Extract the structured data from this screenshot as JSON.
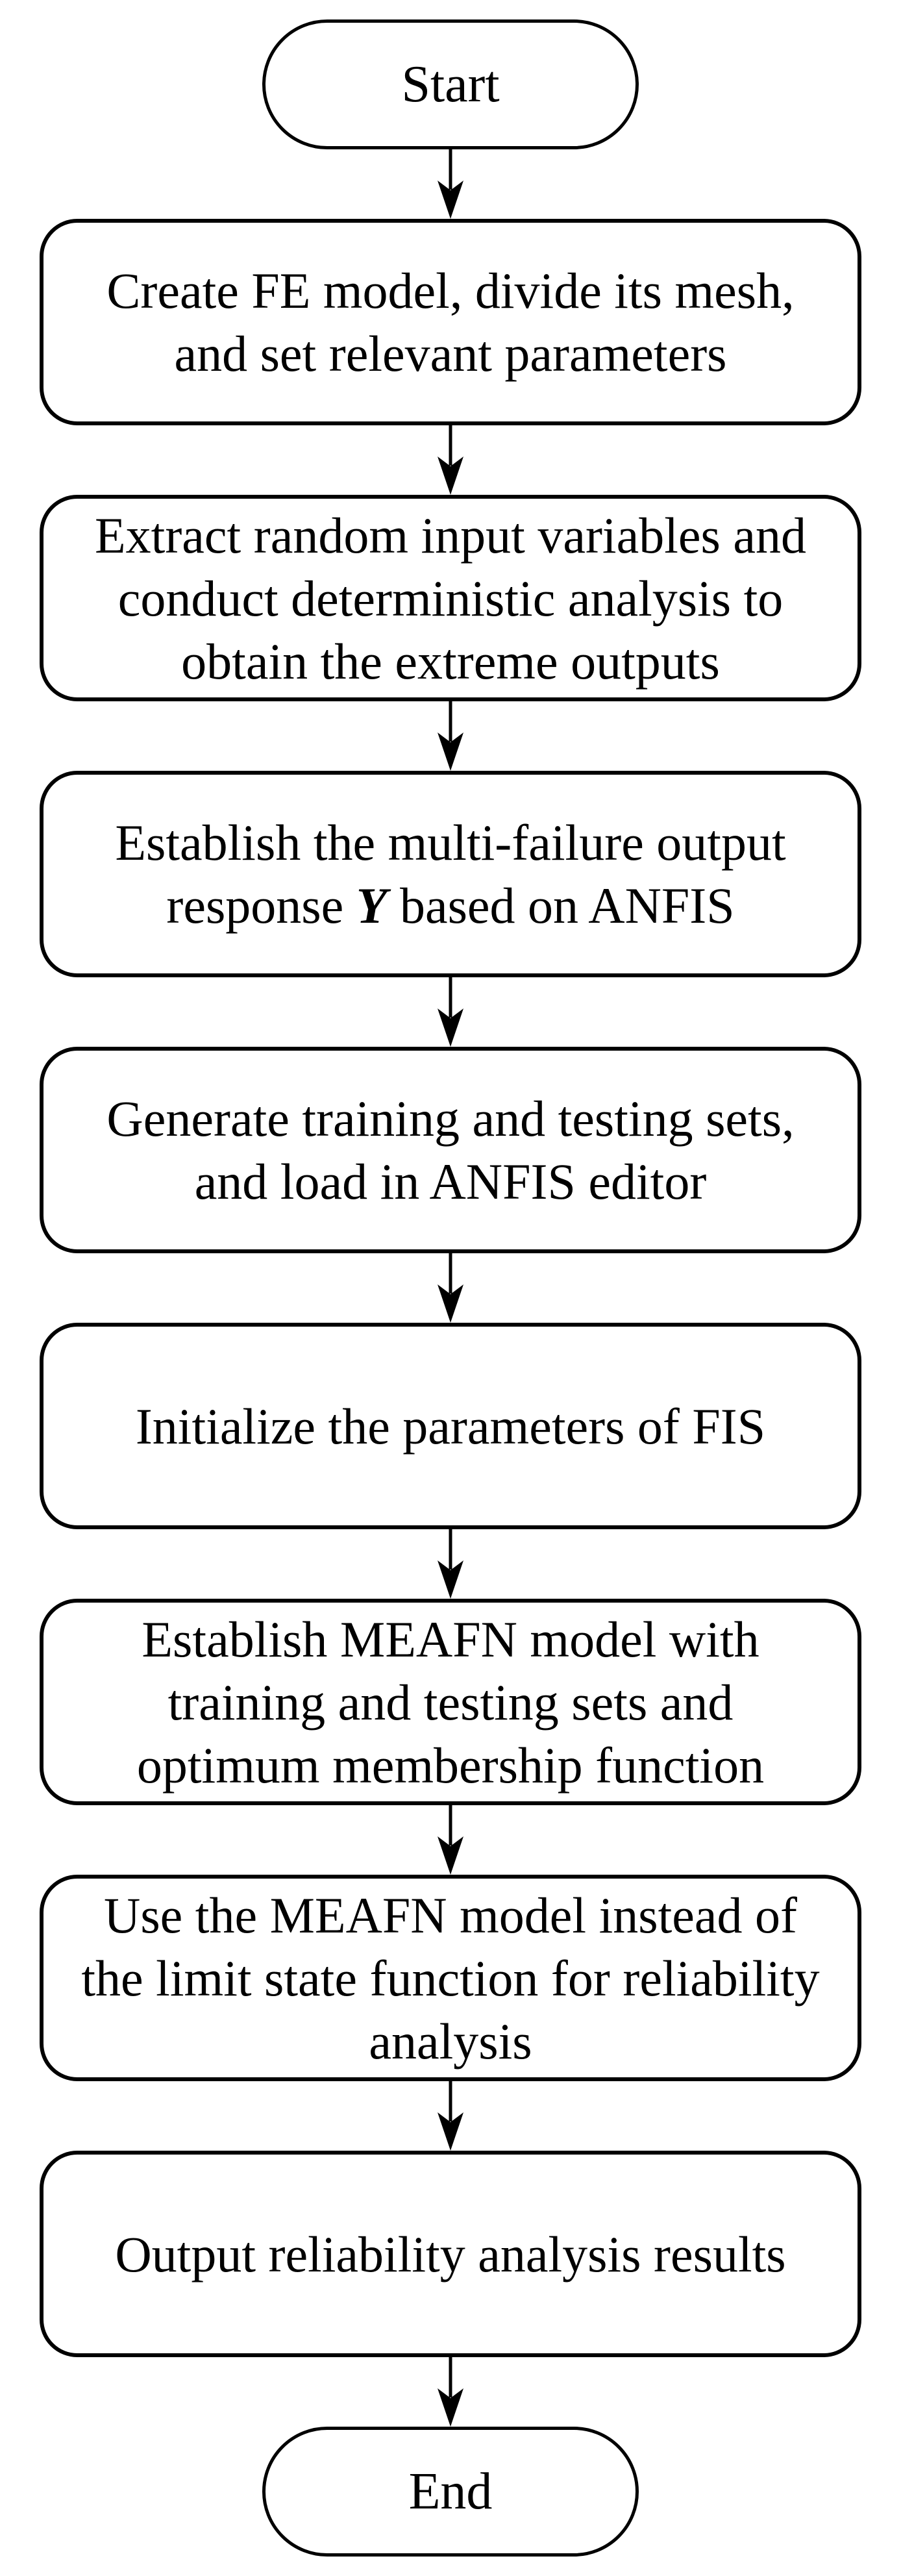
{
  "figure": {
    "background": "#ffffff",
    "stroke_color": "#000000",
    "text_color": "#000000"
  },
  "flowchart": {
    "nodes": [
      {
        "id": "start",
        "type": "terminator",
        "label": "Start"
      },
      {
        "id": "create-fe-model",
        "type": "process",
        "lines": [
          "Create FE model, divide its mesh,",
          "and set relevant parameters"
        ]
      },
      {
        "id": "extract-random-inputs",
        "type": "process",
        "lines": [
          "Extract random input variables and",
          "conduct deterministic analysis to",
          "obtain the extreme outputs"
        ]
      },
      {
        "id": "establish-multi-failure-output",
        "type": "process",
        "lines": [
          "Establish the multi-failure output"
        ],
        "symbol_line": {
          "pre": "response ",
          "symbol": "Y",
          "post": " based on ANFIS"
        }
      },
      {
        "id": "generate-train-test-sets",
        "type": "process",
        "lines": [
          "Generate training and testing sets,",
          "and load in ANFIS editor"
        ]
      },
      {
        "id": "initialize-fis",
        "type": "process",
        "lines": [
          "Initialize the parameters of FIS"
        ]
      },
      {
        "id": "establish-meafn-model",
        "type": "process",
        "lines": [
          "Establish MEAFN model with",
          "training and testing sets and",
          "optimum membership function"
        ]
      },
      {
        "id": "use-meafn-model",
        "type": "process",
        "lines": [
          "Use the MEAFN model instead of",
          "the limit state function for reliability",
          "analysis"
        ]
      },
      {
        "id": "output-results",
        "type": "process",
        "lines": [
          "Output reliability analysis results"
        ]
      },
      {
        "id": "end",
        "type": "terminator",
        "label": "End"
      }
    ],
    "edges": [
      {
        "from": "start",
        "to": "create-fe-model"
      },
      {
        "from": "create-fe-model",
        "to": "extract-random-inputs"
      },
      {
        "from": "extract-random-inputs",
        "to": "establish-multi-failure-output"
      },
      {
        "from": "establish-multi-failure-output",
        "to": "generate-train-test-sets"
      },
      {
        "from": "generate-train-test-sets",
        "to": "initialize-fis"
      },
      {
        "from": "initialize-fis",
        "to": "establish-meafn-model"
      },
      {
        "from": "establish-meafn-model",
        "to": "use-meafn-model"
      },
      {
        "from": "use-meafn-model",
        "to": "output-results"
      },
      {
        "from": "output-results",
        "to": "end"
      }
    ]
  }
}
